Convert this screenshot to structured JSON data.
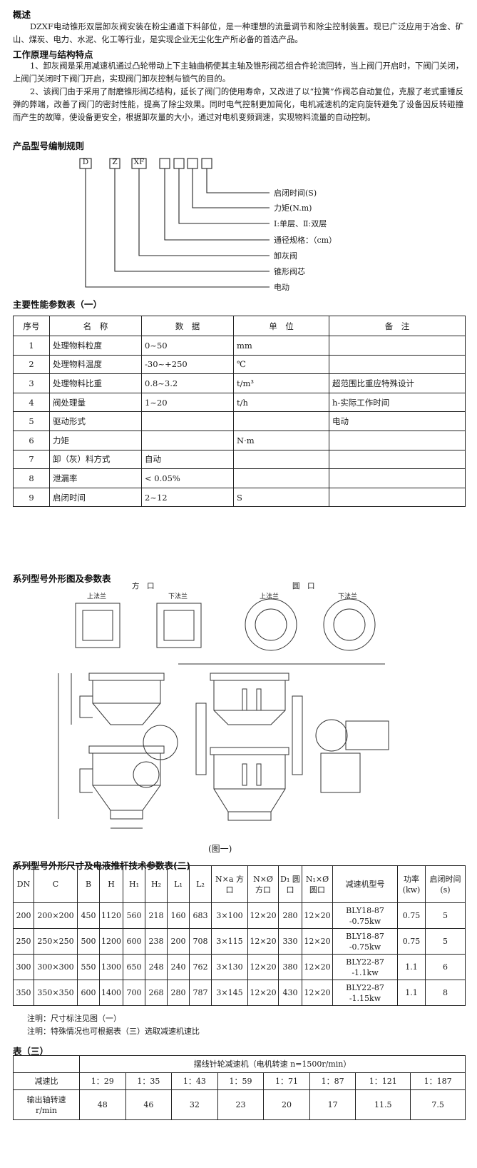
{
  "overview": {
    "heading": "概述",
    "para": "DZXF电动锥形双层卸灰阀安装在粉尘通道下料部位，是一种理想的流量调节和除尘控制装置。现已广泛应用于冶金、矿山、煤炭、电力、水泥、化工等行业，是实现企业无尘化生产所必备的首选产品。"
  },
  "principle": {
    "heading": "工作原理与结构特点",
    "para1": "1、卸灰阀是采用减速机通过凸轮带动上下主轴曲柄使其主轴及锥形阀芯组合件轮流回转，当上阀门开启时，下阀门关闭，上阀门关闭时下阀门开启，实现阀门卸灰控制与锁气的目的。",
    "para2": "2、该阀门由于采用了耐磨锥形阀芯结构，延长了阀门的使用寿命，又改进了以“拉簧”作阀芯自动复位，克服了老式重锤反弹的弊端，改善了阀门的密封性能，提高了除尘效果。同时电气控制更加简化，电机减速机的定向旋转避免了设备因反转碰撞而产生的故障，使设备更安全，根据卸灰量的大小，通过对电机变频调速，实现物料流量的自动控制。"
  },
  "model_rules": {
    "heading": "产品型号编制规则",
    "codes": [
      "D",
      "Z",
      "XF"
    ],
    "labels": [
      "启闭时间(S)",
      "力矩(N.m)",
      "Ⅰ:单层、Ⅱ:双层",
      "通径规格：（cm）",
      "卸灰阀",
      "锥形阀芯",
      "电动"
    ]
  },
  "table1": {
    "title": "主要性能参数表（一）",
    "headers": [
      "序号",
      "名　称",
      "数　据",
      "单　位",
      "备　注"
    ],
    "rows": [
      [
        "1",
        "处理物料粒度",
        "0~50",
        "mm",
        ""
      ],
      [
        "2",
        "处理物料温度",
        "-30~+250",
        "℃",
        ""
      ],
      [
        "3",
        "处理物料比重",
        "0.8~3.2",
        "t/m³",
        "超范围比重应特殊设计"
      ],
      [
        "4",
        "阀处理量",
        "1~20",
        "t/h",
        "h-实际工作时间"
      ],
      [
        "5",
        "驱动形式",
        "",
        "",
        "电动"
      ],
      [
        "6",
        "力矩",
        "",
        "N·m",
        ""
      ],
      [
        "7",
        "卸（灰）料方式",
        "自动",
        "",
        ""
      ],
      [
        "8",
        "泄漏率",
        "< 0.05%",
        "",
        ""
      ],
      [
        "9",
        "启闭时间",
        "2~12",
        "S",
        ""
      ]
    ]
  },
  "drawing": {
    "heading": "系列型号外形图及参数表",
    "square_label": "方　口",
    "round_label": "圆　口",
    "upper_flange": "上法兰",
    "lower_flange": "下法兰",
    "caption": "(图一)"
  },
  "table2": {
    "title": "系列型号外形尺寸及电液推杆技术参数表(二)",
    "headers": [
      "DN",
      "C",
      "B",
      "H",
      "H₁",
      "H₂",
      "L₁",
      "L₂",
      "N×a 方口",
      "N×Ø 方口",
      "D₁ 圆口",
      "N₁×Ø 圆口",
      "减速机型号",
      "功率 (kw)",
      "启闭时间 (s)"
    ],
    "rows": [
      [
        "200",
        "200×200",
        "450",
        "1120",
        "560",
        "218",
        "160",
        "683",
        "3×100",
        "12×20",
        "280",
        "12×20",
        "BLY18-87 -0.75kw",
        "0.75",
        "5"
      ],
      [
        "250",
        "250×250",
        "500",
        "1200",
        "600",
        "238",
        "200",
        "708",
        "3×115",
        "12×20",
        "330",
        "12×20",
        "BLY18-87 -0.75kw",
        "0.75",
        "5"
      ],
      [
        "300",
        "300×300",
        "550",
        "1300",
        "650",
        "248",
        "240",
        "762",
        "3×130",
        "12×20",
        "380",
        "12×20",
        "BLY22-87 -1.1kw",
        "1.1",
        "6"
      ],
      [
        "350",
        "350×350",
        "600",
        "1400",
        "700",
        "268",
        "280",
        "787",
        "3×145",
        "12×20",
        "430",
        "12×20",
        "BLY22-87 -1.15kw",
        "1.1",
        "8"
      ]
    ],
    "note1": "注明：尺寸标注见图（一）",
    "note2": "注明：特殊情况也可根据表（三）选取减速机速比"
  },
  "table3": {
    "title": "表（三）",
    "header": "摆线针轮减速机（电机转速 n=1500r/min）",
    "ratio_label": "减速比",
    "ratios": [
      "1：29",
      "1：35",
      "1：43",
      "1：59",
      "1：71",
      "1：87",
      "1：121",
      "1：187"
    ],
    "speed_label": "输出轴转速 r/min",
    "speeds": [
      "48",
      "46",
      "32",
      "23",
      "20",
      "17",
      "11.5",
      "7.5"
    ]
  }
}
